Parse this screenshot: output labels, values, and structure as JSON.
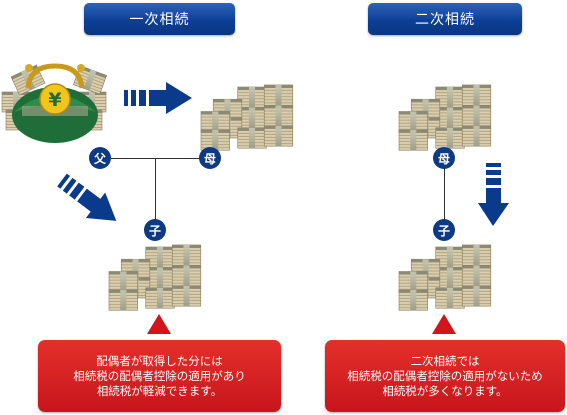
{
  "headers": {
    "first": "一次相続",
    "second": "二次相続"
  },
  "nodes": {
    "father": "父",
    "mother_left": "母",
    "child_left": "子",
    "mother_right": "母",
    "child_right": "子"
  },
  "notes": {
    "left": [
      "配偶者が取得した分には",
      "相続税の配偶者控除の適用があり",
      "相続税が軽減できます。"
    ],
    "right": [
      "二次相続では",
      "相続税の配偶者控除の適用がないため",
      "相続税が多くなります。"
    ]
  },
  "purse": {
    "symbol": "¥"
  },
  "colors": {
    "header": "#0d3f96",
    "node": "#0d3a82",
    "note": "#d21e24",
    "arrow": "#0a3a8c",
    "triangle": "#d2141c"
  }
}
